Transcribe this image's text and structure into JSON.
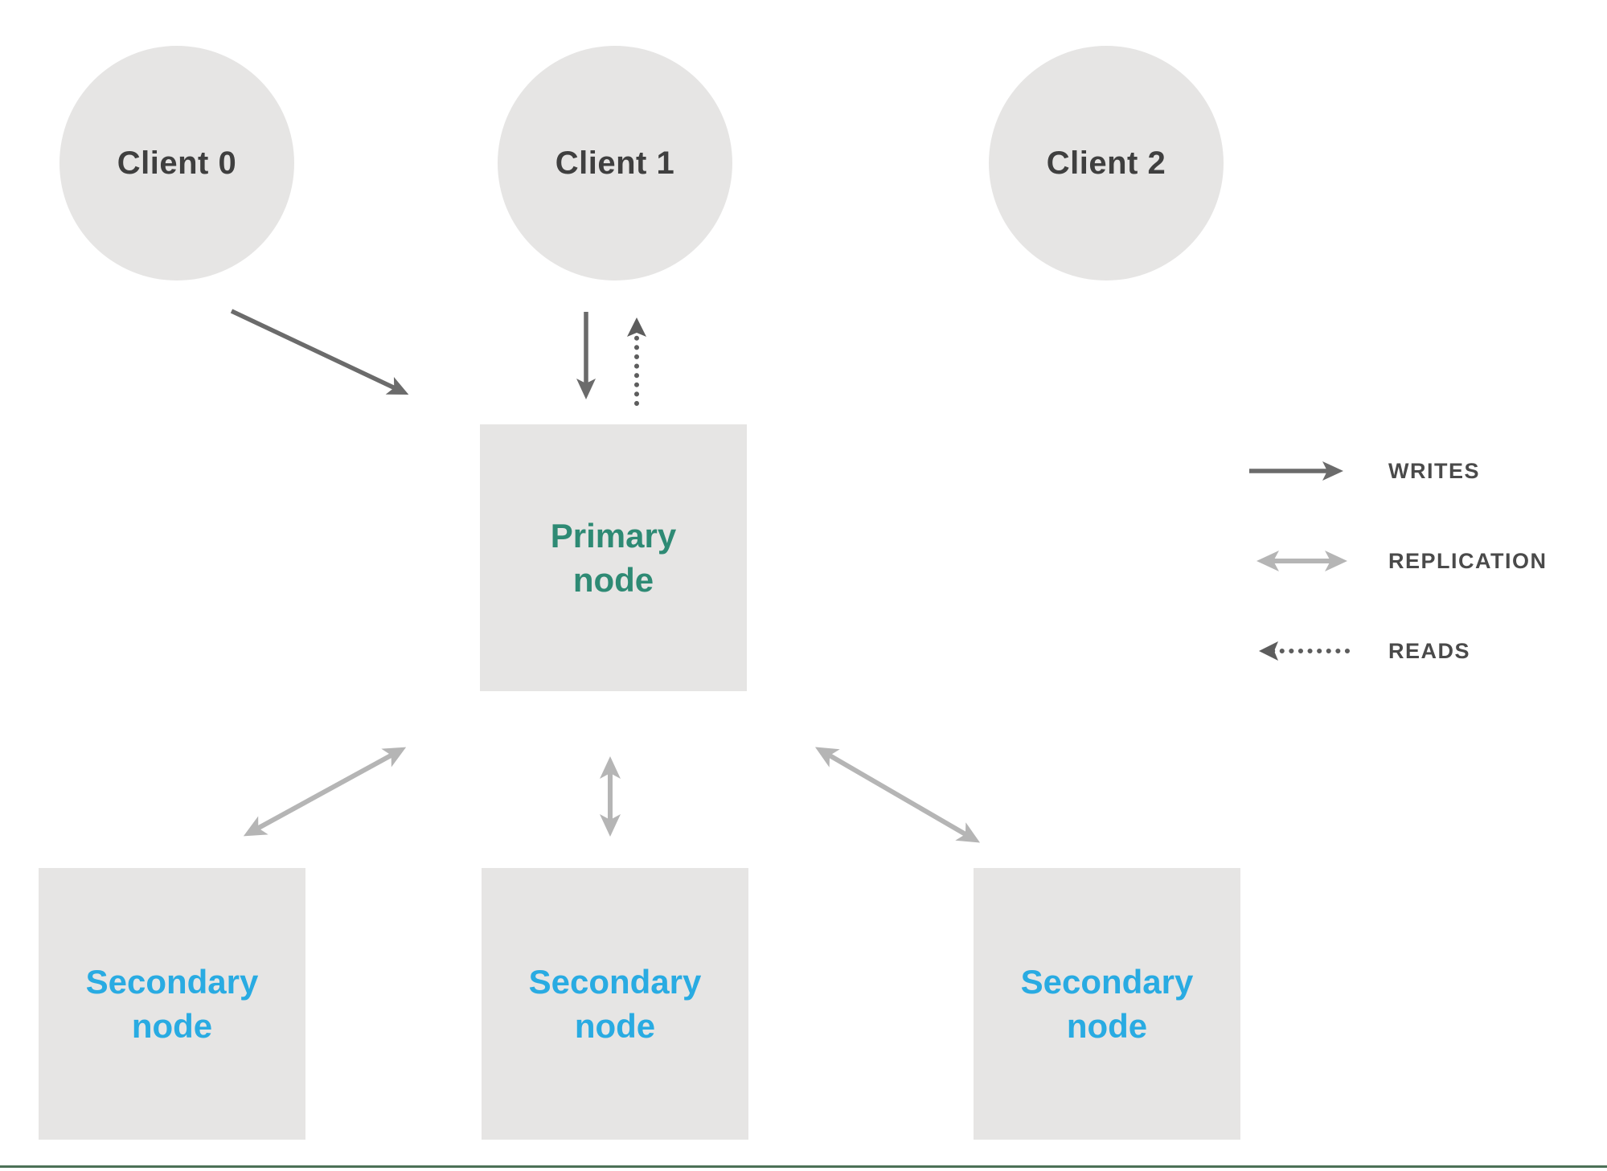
{
  "nodes": {
    "clients": [
      {
        "label": "Client 0"
      },
      {
        "label": "Client 1"
      },
      {
        "label": "Client 2"
      }
    ],
    "primary": {
      "label": "Primary\nnode"
    },
    "secondaries": [
      {
        "label": "Secondary\nnode"
      },
      {
        "label": "Secondary\nnode"
      },
      {
        "label": "Secondary\nnode"
      }
    ]
  },
  "legend": {
    "writes": "WRITES",
    "replication": "REPLICATION",
    "reads": "READS"
  },
  "arrows": [
    {
      "name": "writes-arrow-client0-primary",
      "type": "writes"
    },
    {
      "name": "writes-arrow-client1-primary",
      "type": "writes"
    },
    {
      "name": "reads-arrow-primary-client1",
      "type": "reads"
    },
    {
      "name": "replication-arrow-primary-secondary1",
      "type": "replication"
    },
    {
      "name": "replication-arrow-primary-secondary2",
      "type": "replication"
    },
    {
      "name": "replication-arrow-primary-secondary3",
      "type": "replication"
    }
  ],
  "colors": {
    "node_fill": "#e6e5e4",
    "client_text": "#3f3f3f",
    "primary_text": "#2e8a74",
    "secondary_text": "#29abe2",
    "writes_arrow": "#6b6b6b",
    "replication_arrow": "#b5b5b5",
    "reads_arrow": "#5d5d5d",
    "legend_text": "#4a4a4a",
    "footer_line": "#4c7157"
  }
}
